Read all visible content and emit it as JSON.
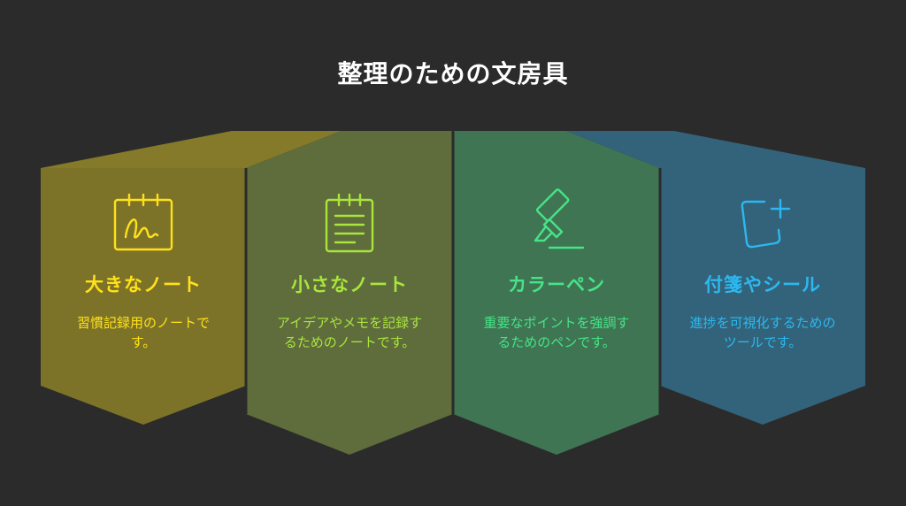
{
  "title": "整理のための文房具",
  "colors": {
    "background": "#2b2b2b",
    "card1": "#7d7328",
    "card1_top": "#847a2a",
    "card1_text": "#ffe11a",
    "card2": "#5f6c3c",
    "card2_top": "#5f6c3c",
    "card2_text": "#a8e63c",
    "card3": "#3f7553",
    "card3_top": "#3f7553",
    "card3_text": "#45e487",
    "card4": "#33637a",
    "card4_top": "#33637a",
    "card4_text": "#2bb8f0"
  },
  "cards": [
    {
      "name": "大きなノート",
      "desc": "習慣記録用のノートです。",
      "icon": "calendar-signature-icon"
    },
    {
      "name": "小さなノート",
      "desc": "アイデアやメモを記録するためのノートです。",
      "icon": "notepad-icon"
    },
    {
      "name": "カラーペン",
      "desc": "重要なポイントを強調するためのペンです。",
      "icon": "highlighter-icon"
    },
    {
      "name": "付箋やシール",
      "desc": "進捗を可視化するためのツールです。",
      "icon": "sticky-note-add-icon"
    }
  ]
}
